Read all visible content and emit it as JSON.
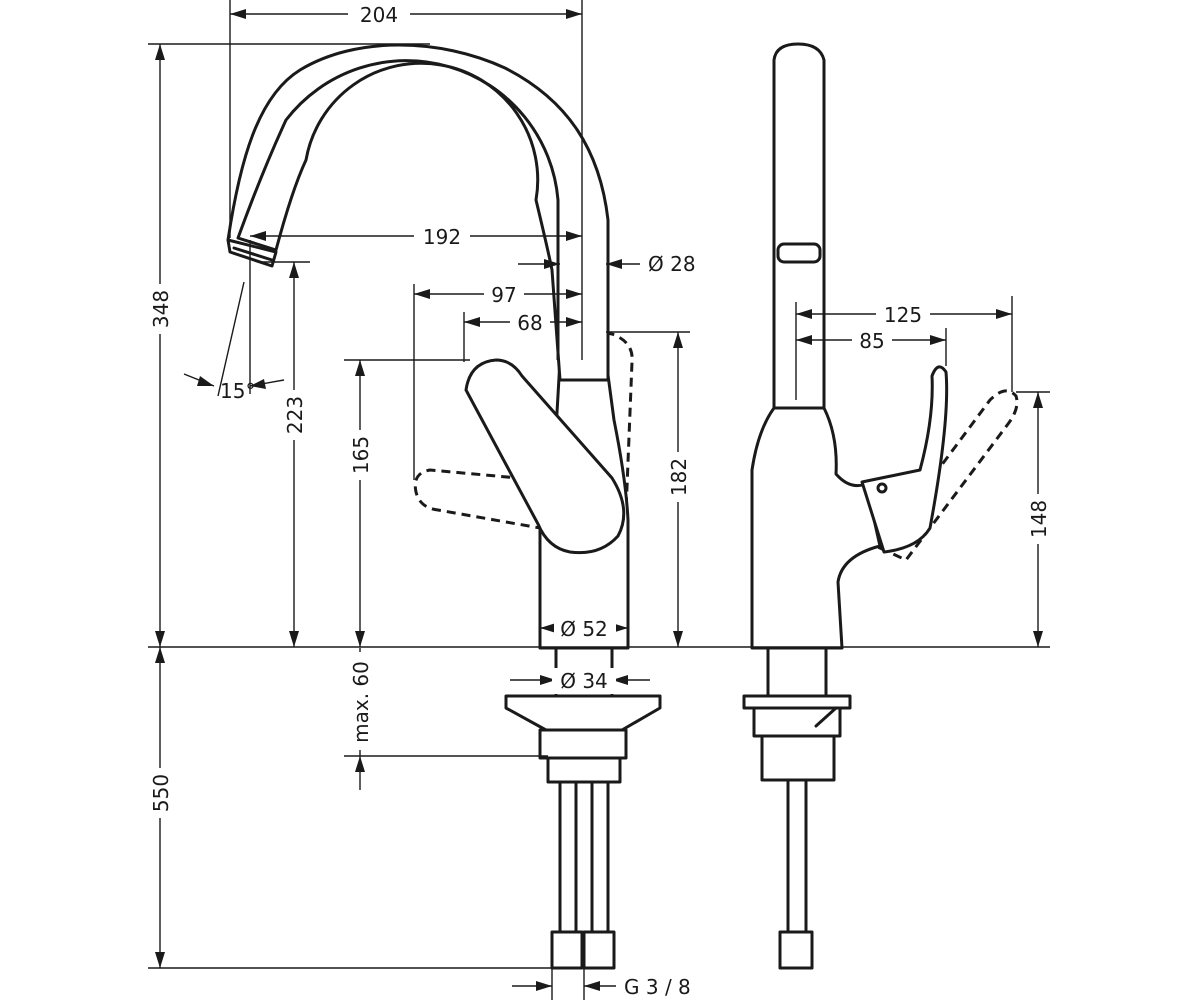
{
  "dimensions": {
    "spout_reach": "204",
    "aerator_reach": "192",
    "spout_diameter": "Ø 28",
    "lever_reach_open": "97",
    "lever_reach": "68",
    "spout_tilt": "15°",
    "total_height": "348",
    "aerator_height": "223",
    "lever_height": "165",
    "body_height": "182",
    "body_diameter": "Ø 52",
    "shank_diameter": "Ø 34",
    "max_deck": "max. 60",
    "hose_length": "550",
    "connection": "G 3 / 8",
    "side_reach": "125",
    "side_lever": "85",
    "side_height": "148"
  }
}
